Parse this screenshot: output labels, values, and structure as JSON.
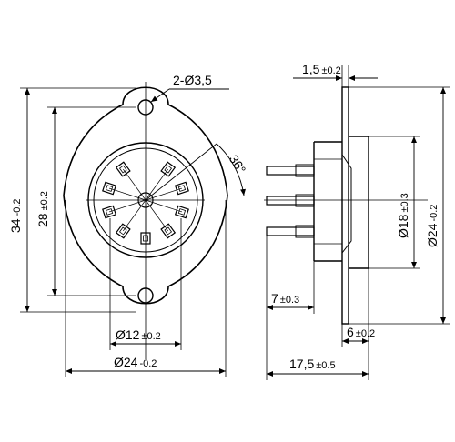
{
  "front_view": {
    "hole_callout": {
      "count": "2",
      "separator": "-",
      "symbol": "Ø",
      "value": "3,5"
    },
    "angle": {
      "value": "36°"
    },
    "overall_height": {
      "value": "34",
      "tolerance": "-0.2"
    },
    "hole_spacing": {
      "value": "28",
      "tolerance": "±0.2"
    },
    "pin_circle": {
      "symbol": "Ø",
      "value": "12",
      "tolerance": "±0.2"
    },
    "body_diameter": {
      "symbol": "Ø",
      "value": "24",
      "tolerance": "-0.2"
    },
    "pin_count": 9
  },
  "side_view": {
    "flange_thickness": {
      "value": "1,5",
      "tolerance": "±0.2"
    },
    "inner_diameter": {
      "symbol": "Ø",
      "value": "18",
      "tolerance": "±0.3"
    },
    "outer_diameter": {
      "symbol": "Ø",
      "value": "24",
      "tolerance": "-0.2"
    },
    "pin_length": {
      "value": "7",
      "tolerance": "±0.3"
    },
    "body_depth": {
      "value": "6",
      "tolerance": "±0.2"
    },
    "total_length": {
      "value": "17,5",
      "tolerance": "±0.5"
    }
  }
}
